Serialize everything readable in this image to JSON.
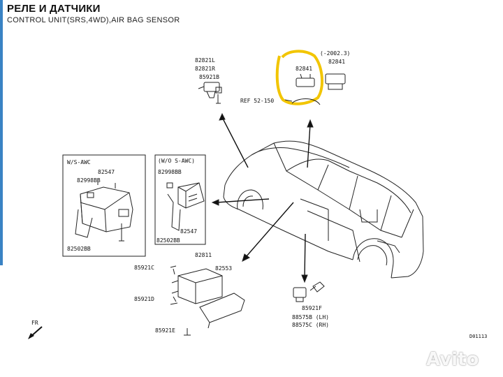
{
  "header": {
    "title": "РЕЛЕ И ДАТЧИКИ",
    "subtitle": "CONTROL UNIT(SRS,4WD),AIR BAG SENSOR"
  },
  "parts": {
    "p82821l": "82821L",
    "p82821r": "82821R",
    "p85921b": "85921B",
    "p82841_left": "82841",
    "p82841_right": "82841",
    "note_2002": "(-2002.3)",
    "ref": "REF 52-150",
    "ws_awc": "W/S-AWC",
    "p82547_left": "82547",
    "p82998bb_left": "82998BB",
    "p82502bb_left": "82502BB",
    "wo_s_awc": "(W/O S-AWC)",
    "p82998bb_right": "82998BB",
    "p82547_right": "82547",
    "p82502bb_right": "82502BB",
    "p82811": "82811",
    "p85921c": "85921C",
    "p82553": "82553",
    "p85921d": "85921D",
    "p85921e": "85921E",
    "p85921f": "85921F",
    "p88575b": "88575B (LH)",
    "p88575c": "88575C (RH)",
    "fr": "FR",
    "code": "D01113"
  },
  "watermark": "Avito",
  "colors": {
    "highlight": "#f2c500",
    "accent": "#3a83c4"
  }
}
